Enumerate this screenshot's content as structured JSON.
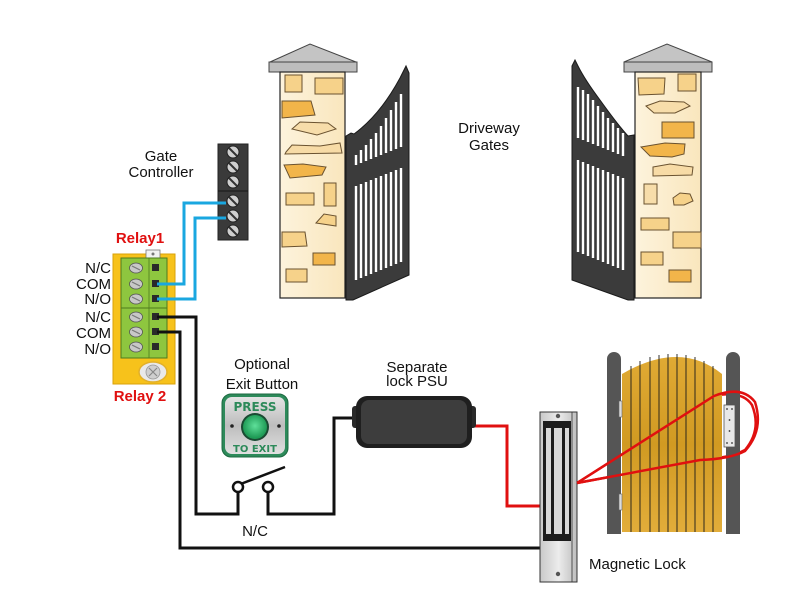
{
  "title": "Magnetic lock wiring with driveway gate controller",
  "labels": {
    "gate_controller_line1": "Gate",
    "gate_controller_line2": "Controller",
    "driveway_gates_line1": "Driveway",
    "driveway_gates_line2": "Gates",
    "relay1": "Relay1",
    "relay2": "Relay 2",
    "exit_button_line1": "Optional",
    "exit_button_line2": "Exit Button",
    "psu_line1": "Separate",
    "psu_line2": "lock PSU",
    "switch_state": "N/C",
    "magnetic_lock": "Magnetic Lock"
  },
  "relay_terminals": [
    "N/C",
    "COM",
    "N/O",
    "N/C",
    "COM",
    "N/O"
  ],
  "exit_button": {
    "top_text": "PRESS",
    "bottom_text": "TO EXIT"
  },
  "wire_colors": {
    "signal": "#1aa7e0",
    "power": "#e01010",
    "ground": "#111111"
  },
  "colors": {
    "relay_board": "#f7c21b",
    "terminal_block": "#8ec63f",
    "controller_block": "#3a3a3a",
    "gate_metal": "#3b3b3b",
    "wood_gate": "#d8a32a",
    "pillar": "#fbecc9"
  }
}
